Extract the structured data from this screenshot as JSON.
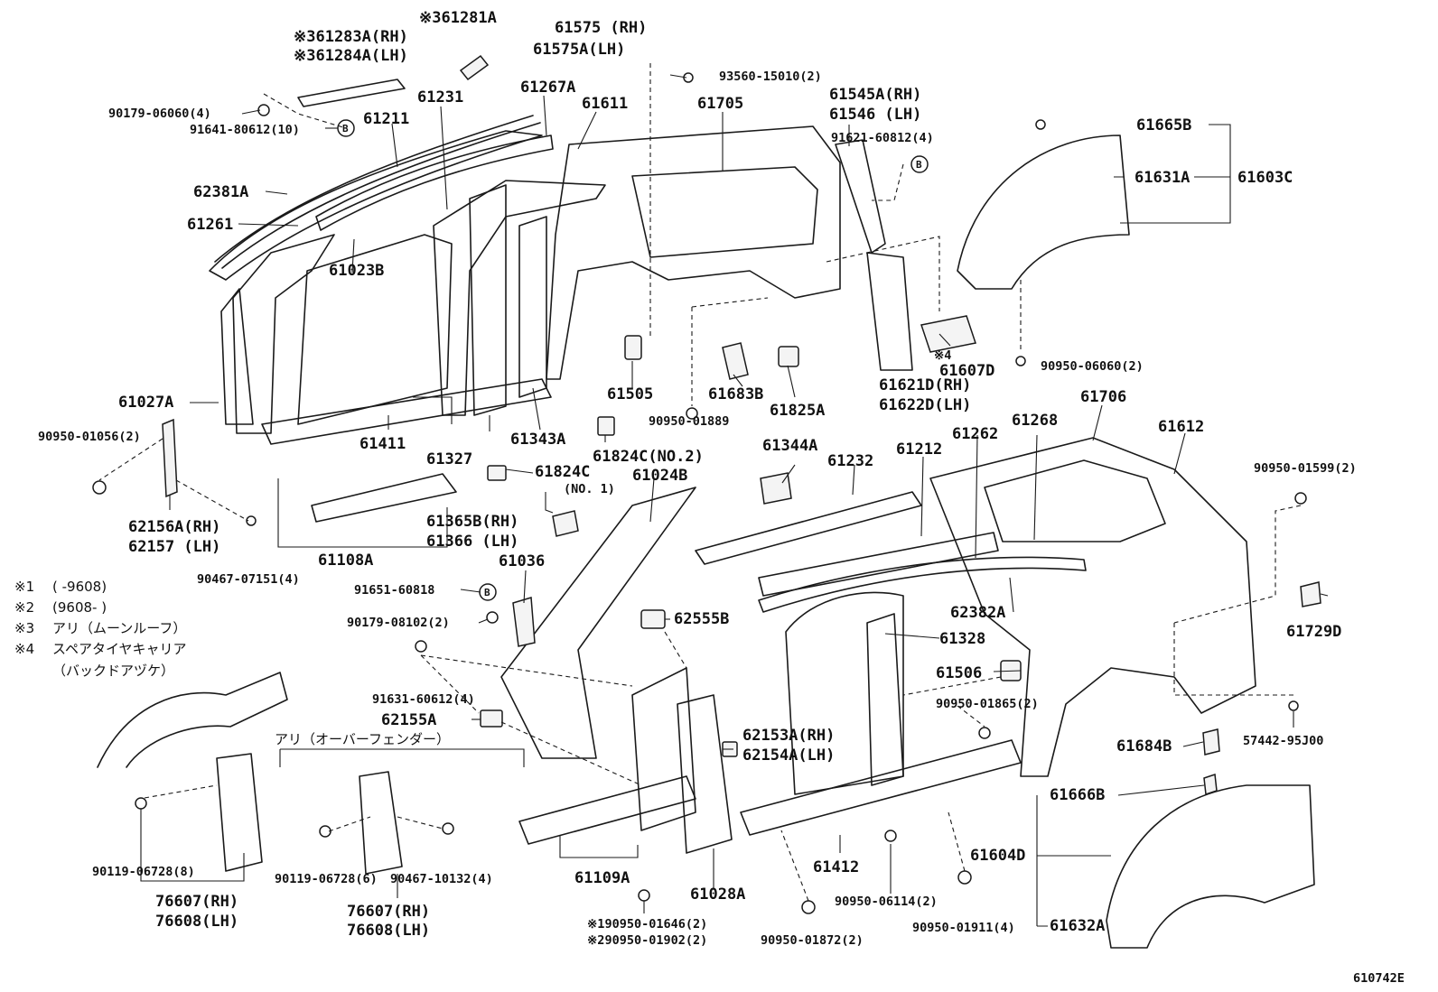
{
  "figure_id": "610742E",
  "bolt_mark": "B",
  "labels": [
    {
      "id": "l01",
      "text": "※361281A"
    },
    {
      "id": "l02",
      "text": "※361283A(RH)"
    },
    {
      "id": "l03",
      "text": "※361284A(LH)"
    },
    {
      "id": "l04",
      "text": "61575  (RH)"
    },
    {
      "id": "l05",
      "text": "61575A(LH)"
    },
    {
      "id": "l06",
      "text": "93560-15010(2)"
    },
    {
      "id": "l07",
      "text": "90179-06060(4)"
    },
    {
      "id": "l08",
      "text": "91641-80612(10)"
    },
    {
      "id": "l09",
      "text": "61211"
    },
    {
      "id": "l10",
      "text": "61231"
    },
    {
      "id": "l11",
      "text": "61267A"
    },
    {
      "id": "l12",
      "text": "61611"
    },
    {
      "id": "l13",
      "text": "61705"
    },
    {
      "id": "l14",
      "text": "61545A(RH)"
    },
    {
      "id": "l15",
      "text": "61546  (LH)"
    },
    {
      "id": "l16",
      "text": "91621-60812(4)"
    },
    {
      "id": "l17",
      "text": "61665B"
    },
    {
      "id": "l18",
      "text": "61631A"
    },
    {
      "id": "l19",
      "text": "61603C"
    },
    {
      "id": "l20",
      "text": "62381A"
    },
    {
      "id": "l21",
      "text": "61261"
    },
    {
      "id": "l22",
      "text": "61023B"
    },
    {
      "id": "l23",
      "text": "61027A"
    },
    {
      "id": "l24",
      "text": "90950-01056(2)"
    },
    {
      "id": "l25",
      "text": "61411"
    },
    {
      "id": "l26",
      "text": "61327"
    },
    {
      "id": "l27",
      "text": "61343A"
    },
    {
      "id": "l28",
      "text": "61505"
    },
    {
      "id": "l29",
      "text": "61683B"
    },
    {
      "id": "l30",
      "text": "61825A"
    },
    {
      "id": "l31",
      "text": "61607D"
    },
    {
      "id": "l32",
      "text": "※4"
    },
    {
      "id": "l33",
      "text": "61621D(RH)"
    },
    {
      "id": "l34",
      "text": "61622D(LH)"
    },
    {
      "id": "l35",
      "text": "90950-06060(2)"
    },
    {
      "id": "l36",
      "text": "61824C"
    },
    {
      "id": "l37",
      "text": "(NO. 1)"
    },
    {
      "id": "l38",
      "text": "61824C(NO.2)"
    },
    {
      "id": "l39",
      "text": "90950-01889"
    },
    {
      "id": "l40",
      "text": "61024B"
    },
    {
      "id": "l41",
      "text": "61344A"
    },
    {
      "id": "l42",
      "text": "61232"
    },
    {
      "id": "l43",
      "text": "61212"
    },
    {
      "id": "l44",
      "text": "61262"
    },
    {
      "id": "l45",
      "text": "61268"
    },
    {
      "id": "l46",
      "text": "61706"
    },
    {
      "id": "l47",
      "text": "61612"
    },
    {
      "id": "l48",
      "text": "90950-01599(2)"
    },
    {
      "id": "l49",
      "text": "62156A(RH)"
    },
    {
      "id": "l50",
      "text": "62157  (LH)"
    },
    {
      "id": "l51",
      "text": "61108A"
    },
    {
      "id": "l52",
      "text": "61365B(RH)"
    },
    {
      "id": "l53",
      "text": "61366  (LH)"
    },
    {
      "id": "l54",
      "text": "90467-07151(4)"
    },
    {
      "id": "l55",
      "text": "61036"
    },
    {
      "id": "l56",
      "text": "91651-60818"
    },
    {
      "id": "l57",
      "text": "90179-08102(2)"
    },
    {
      "id": "l58",
      "text": "62555B"
    },
    {
      "id": "l59",
      "text": "62382A"
    },
    {
      "id": "l60",
      "text": "61328"
    },
    {
      "id": "l61",
      "text": "61506"
    },
    {
      "id": "l62",
      "text": "61729D"
    },
    {
      "id": "l63",
      "text": "90950-01865(2)"
    },
    {
      "id": "l64",
      "text": "91631-60612(4)"
    },
    {
      "id": "l65",
      "text": "62155A"
    },
    {
      "id": "l66",
      "text": "62153A(RH)"
    },
    {
      "id": "l67",
      "text": "62154A(LH)"
    },
    {
      "id": "l68",
      "text": "61684B"
    },
    {
      "id": "l69",
      "text": "57442-95J00"
    },
    {
      "id": "l70",
      "text": "61666B"
    },
    {
      "id": "l71",
      "text": "61604D"
    },
    {
      "id": "l72",
      "text": "61632A"
    },
    {
      "id": "l73",
      "text": "90119-06728(8)"
    },
    {
      "id": "l74",
      "text": "76607(RH)"
    },
    {
      "id": "l75",
      "text": "76608(LH)"
    },
    {
      "id": "l76",
      "text": "90119-06728(6)"
    },
    {
      "id": "l77",
      "text": "90467-10132(4)"
    },
    {
      "id": "l78",
      "text": "76607(RH)"
    },
    {
      "id": "l79",
      "text": "76608(LH)"
    },
    {
      "id": "l80",
      "text": "61109A"
    },
    {
      "id": "l81",
      "text": "61028A"
    },
    {
      "id": "l82",
      "text": "61412"
    },
    {
      "id": "l83",
      "text": "90950-06114(2)"
    },
    {
      "id": "l84",
      "text": "90950-01911(4)"
    },
    {
      "id": "l85",
      "text": "※190950-01646(2)"
    },
    {
      "id": "l86",
      "text": "※290950-01902(2)"
    },
    {
      "id": "l87",
      "text": "90950-01872(2)"
    },
    {
      "id": "l88",
      "text": "アリ（オーバーフェンダー）"
    }
  ],
  "notes": [
    {
      "mark": "※1",
      "text": "(      -9608)"
    },
    {
      "mark": "※2",
      "text": "(9608-      )"
    },
    {
      "mark": "※3",
      "text": "アリ（ムーンルーフ）"
    },
    {
      "mark": "※4",
      "text": "スペアタイヤキャリア"
    },
    {
      "mark": "",
      "text": "（バックドアヅケ）"
    }
  ]
}
